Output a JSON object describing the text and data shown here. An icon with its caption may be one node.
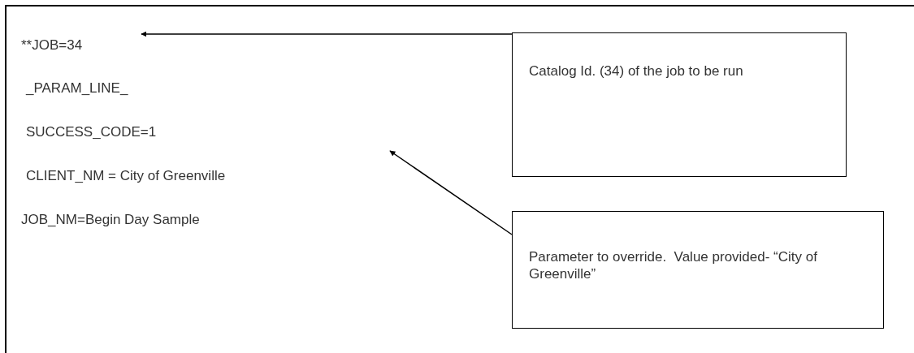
{
  "diagram": {
    "nodes": [
      {
        "text": [
          "**JOB=34",
          "_PARAM_LINE_",
          "SUCCESS_CODE=1",
          "CLIENT_NM = City of Greenville",
          "JOB_NM=Begin Day Sample"
        ]
      },
      {
        "text": [
          "Catalog Id. (34) of the job to be run"
        ],
        "in": 0
      },
      {
        "text": [
          "Parameter to override.  Value provided- “City of Greenville”"
        ],
        "in": 0
      }
    ],
    "edges": [
      {
        "from": 1,
        "to": null,
        "arrow": "to"
      },
      {
        "from": 2,
        "to": null,
        "arrow": "to"
      }
    ]
  }
}
